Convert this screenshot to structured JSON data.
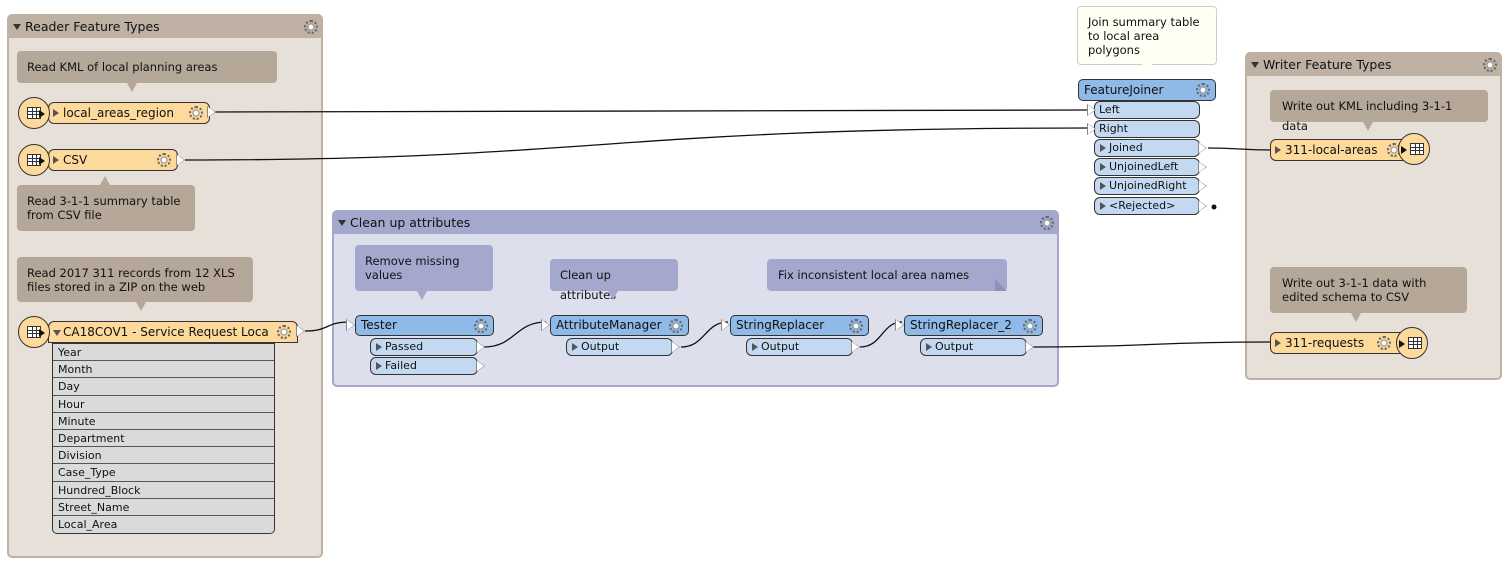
{
  "reader_bookmark": {
    "title": "Reader Feature Types"
  },
  "writer_bookmark": {
    "title": "Writer Feature Types"
  },
  "cleanup_bookmark": {
    "title": "Clean up attributes"
  },
  "annotations": {
    "read_kml": "Read KML of local planning areas",
    "read_csv_line1": "Read 3-1-1 summary table",
    "read_csv_line2": "from CSV file",
    "read_xls_line1": "Read 2017 311 records from 12 XLS",
    "read_xls_line2": "files stored in a ZIP on the web",
    "join_line1": "Join summary table",
    "join_line2": "to local area",
    "join_line3": "polygons",
    "write_kml": "Write out KML including 3-1-1 data",
    "write_csv_line1": "Write out 3-1-1 data with",
    "write_csv_line2": "edited schema to CSV",
    "remove_missing_line1": "Remove missing",
    "remove_missing_line2": "values",
    "clean_up": "Clean up attributes",
    "fix_names": "Fix inconsistent local area names"
  },
  "readers": [
    {
      "name": "local_areas_region"
    },
    {
      "name": "CSV"
    },
    {
      "name": "CA18COV1 - Service Request Loca"
    }
  ],
  "reader_attributes": [
    "Year",
    "Month",
    "Day",
    "Hour",
    "Minute",
    "Department",
    "Division",
    "Case_Type",
    "Hundred_Block",
    "Street_Name",
    "Local_Area"
  ],
  "writers": [
    {
      "name": "311-local-areas"
    },
    {
      "name": "311-requests"
    }
  ],
  "transformers": {
    "feature_joiner": {
      "name": "FeatureJoiner",
      "inputs": [
        "Left",
        "Right"
      ],
      "outputs": [
        "Joined",
        "UnjoinedLeft",
        "UnjoinedRight",
        "<Rejected>"
      ]
    },
    "tester": {
      "name": "Tester",
      "outputs": [
        "Passed",
        "Failed"
      ]
    },
    "attribute_manager": {
      "name": "AttributeManager",
      "outputs": [
        "Output"
      ]
    },
    "string_replacer": {
      "name": "StringReplacer",
      "outputs": [
        "Output"
      ]
    },
    "string_replacer_2": {
      "name": "StringReplacer_2",
      "outputs": [
        "Output"
      ]
    }
  },
  "colors": {
    "reader_writer_bookmark": "#e6e0d8",
    "cleanup_bookmark": "#dddfec",
    "feature_type": "#fdd99b",
    "transformer": "#8fb9e6",
    "port": "#c2d9f1",
    "annotation": "#b6a898"
  }
}
